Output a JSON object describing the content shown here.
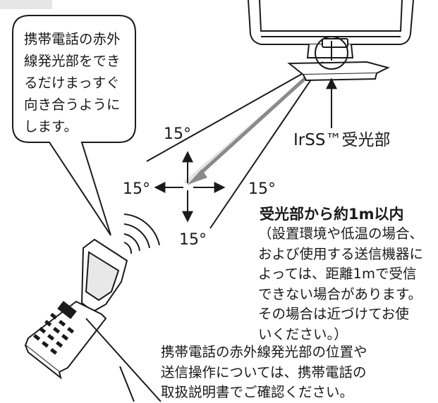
{
  "bubble": {
    "lines": [
      "携帯電話の赤外",
      "線発光部をでき",
      "るだけまっすぐ",
      "向き合うように",
      "します。"
    ]
  },
  "angles": {
    "top": "15°",
    "left": "15°",
    "right": "15°",
    "bottom": "15°"
  },
  "sensor_label": "IrSS™受光部",
  "range": {
    "title": "受光部から約1m以内",
    "notes": [
      "（設置環境や低温の場合、",
      "および使用する送信機器に",
      "よっては、距離1mで受信",
      "できない場合があります。",
      "その場合は近づけてお使",
      "いください。）"
    ]
  },
  "footer": {
    "lines": [
      "携帯電話の赤外線発光部の位置や",
      "送信操作については、携帯電話の",
      "取扱説明書でご確認ください。"
    ]
  },
  "colors": {
    "line": "#1a1a1a",
    "beam": "#cccccc",
    "beam_arrow": "#8a8a8a",
    "tab": "#e6e6e6"
  },
  "icons": [
    "tv-stand",
    "mobile-phone",
    "signal-waves",
    "direction-cross-arrows"
  ]
}
